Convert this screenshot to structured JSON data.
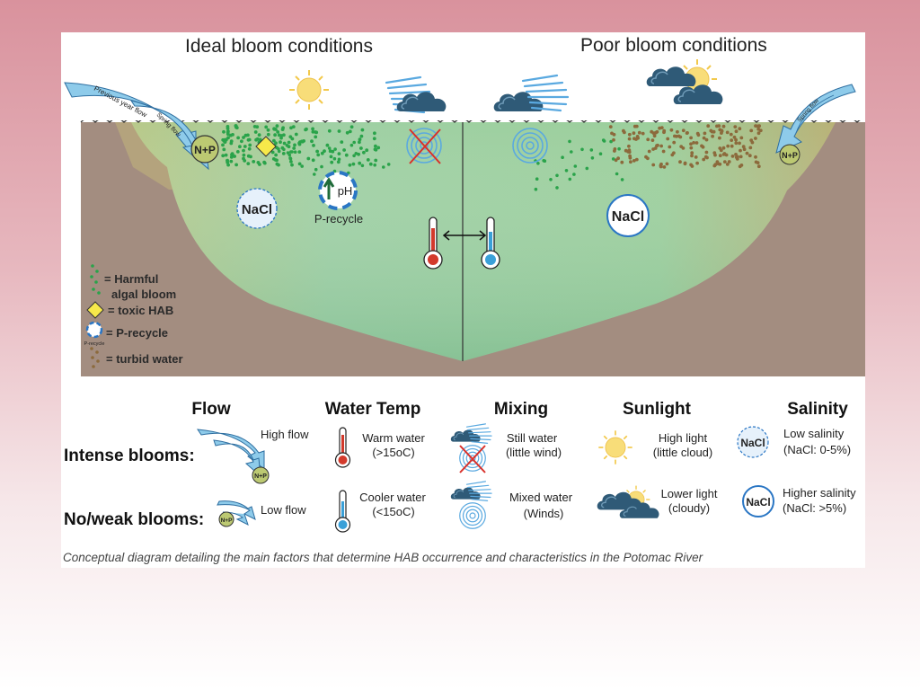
{
  "header": {
    "left": "Ideal bloom conditions",
    "right": "Poor bloom conditions"
  },
  "basin": {
    "previous_flow": "Previous year flow",
    "spring_flow": "Spring flow",
    "right_flow": "Spring flow",
    "np_label": "N+P",
    "nacl_label": "NaCl",
    "ph_label": "pH",
    "precycle_label": "P-recycle"
  },
  "legend": {
    "hab_line1": "= Harmful",
    "hab_line2": "algal bloom",
    "toxic": "= toxic HAB",
    "precycle": "= P-recycle",
    "precycle_small": "P-recycle",
    "turbid": "= turbid water"
  },
  "factors": {
    "headers": [
      "Flow",
      "Water Temp",
      "Mixing",
      "Sunlight",
      "Salinity"
    ],
    "rows": [
      {
        "label": "Intense blooms:",
        "flow": "High flow",
        "temp": [
          "Warm water",
          "(>15oC)"
        ],
        "mixing": [
          "Still water",
          "(little wind)"
        ],
        "sunlight": [
          "High light",
          "(little cloud)"
        ],
        "salinity": [
          "Low salinity",
          "(NaCl:  0-5%)"
        ]
      },
      {
        "label": "No/weak blooms:",
        "flow": "Low flow",
        "temp": [
          "Cooler water",
          "(<15oC)"
        ],
        "mixing": [
          "Mixed water",
          "(Winds)"
        ],
        "sunlight": [
          "Lower light",
          "(cloudy)"
        ],
        "salinity": [
          "Higher salinity",
          "(NaCl:  >5%)"
        ]
      }
    ]
  },
  "caption": "Conceptual diagram detailing the main factors that determine HAB occurrence and characteristics in the Potomac River",
  "colors": {
    "water": "#9fcfa6",
    "land": "#a38d80",
    "algae": "#2aa34a",
    "turbid": "#8c6a3c",
    "arrow": "#8ecbea",
    "nutrient_red": "#e03a2b",
    "sun": "#f6d86b",
    "cloud": "#35607e",
    "nacl": "#2a76c4"
  }
}
